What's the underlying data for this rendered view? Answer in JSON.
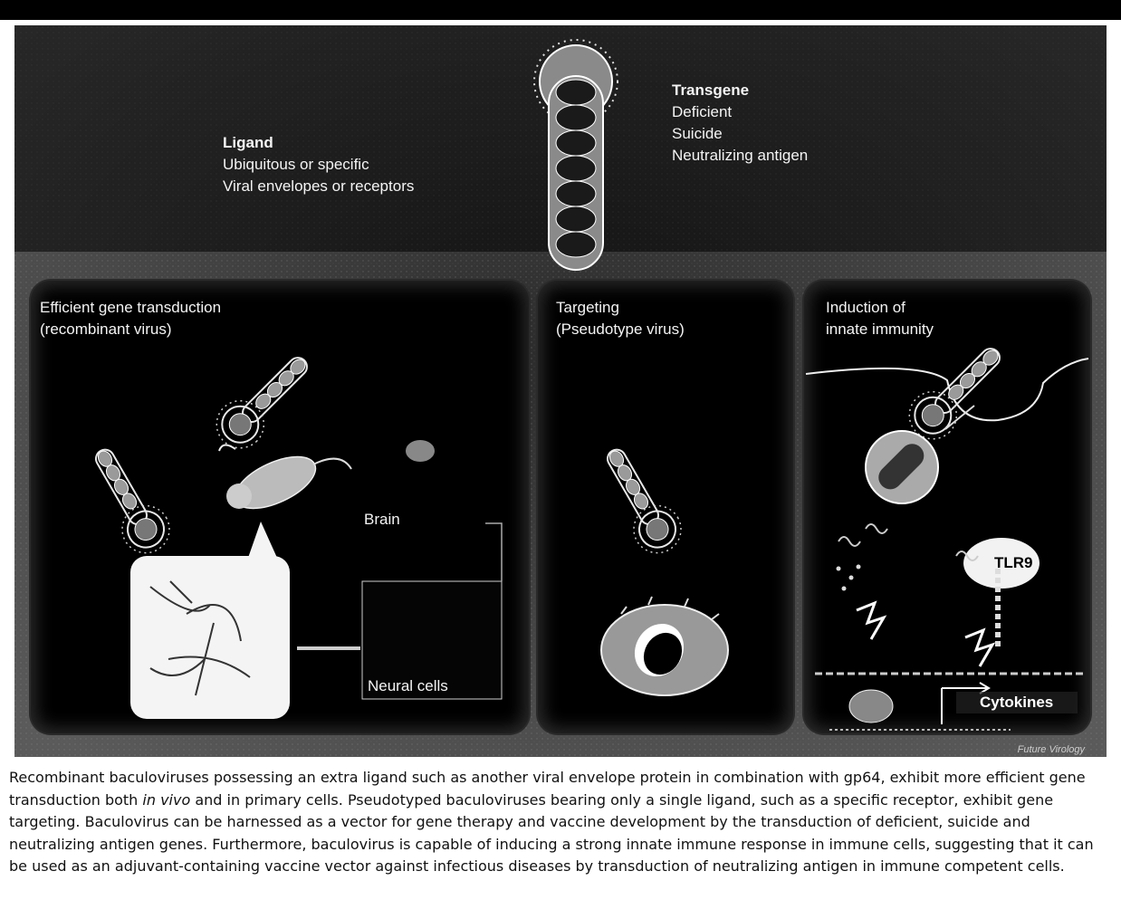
{
  "figure": {
    "transgene": {
      "title": "Transgene",
      "items": [
        "Deficient",
        "Suicide",
        "Neutralizing antigen"
      ]
    },
    "ligand": {
      "title": "Ligand",
      "items": [
        "Ubiquitous or specific",
        "Viral envelopes or receptors"
      ]
    },
    "panels": [
      {
        "line1": "Efficient gene transduction",
        "line2": "(recombinant virus)"
      },
      {
        "line1": "Targeting",
        "line2": "(Pseudotype virus)"
      },
      {
        "line1": "Induction of",
        "line2": "innate immunity"
      }
    ],
    "brain_label": "Brain",
    "neural_label": "Neural cells",
    "tlr9_label": "TLR9",
    "cytokines_label": "Cytokines",
    "credit": "Future Virology"
  },
  "caption": {
    "part1": "Recombinant baculoviruses possessing an extra ligand such as another viral envelope protein in combination with gp64, exhibit more efficient gene transduction both ",
    "italic": "in vivo",
    "part2": " and in primary cells. Pseudotyped baculoviruses bearing only a single ligand, such as a specific receptor, exhibit gene targeting. Baculovirus can be harnessed as a vector for gene therapy and vaccine development by the transduction of deficient, suicide and neutralizing antigen genes. Furthermore, baculovirus is capable of inducing a strong innate immune response in immune cells, suggesting that it can be used as an adjuvant-containing vaccine vector against infectious diseases by transduction of neutralizing antigen in immune competent cells."
  }
}
